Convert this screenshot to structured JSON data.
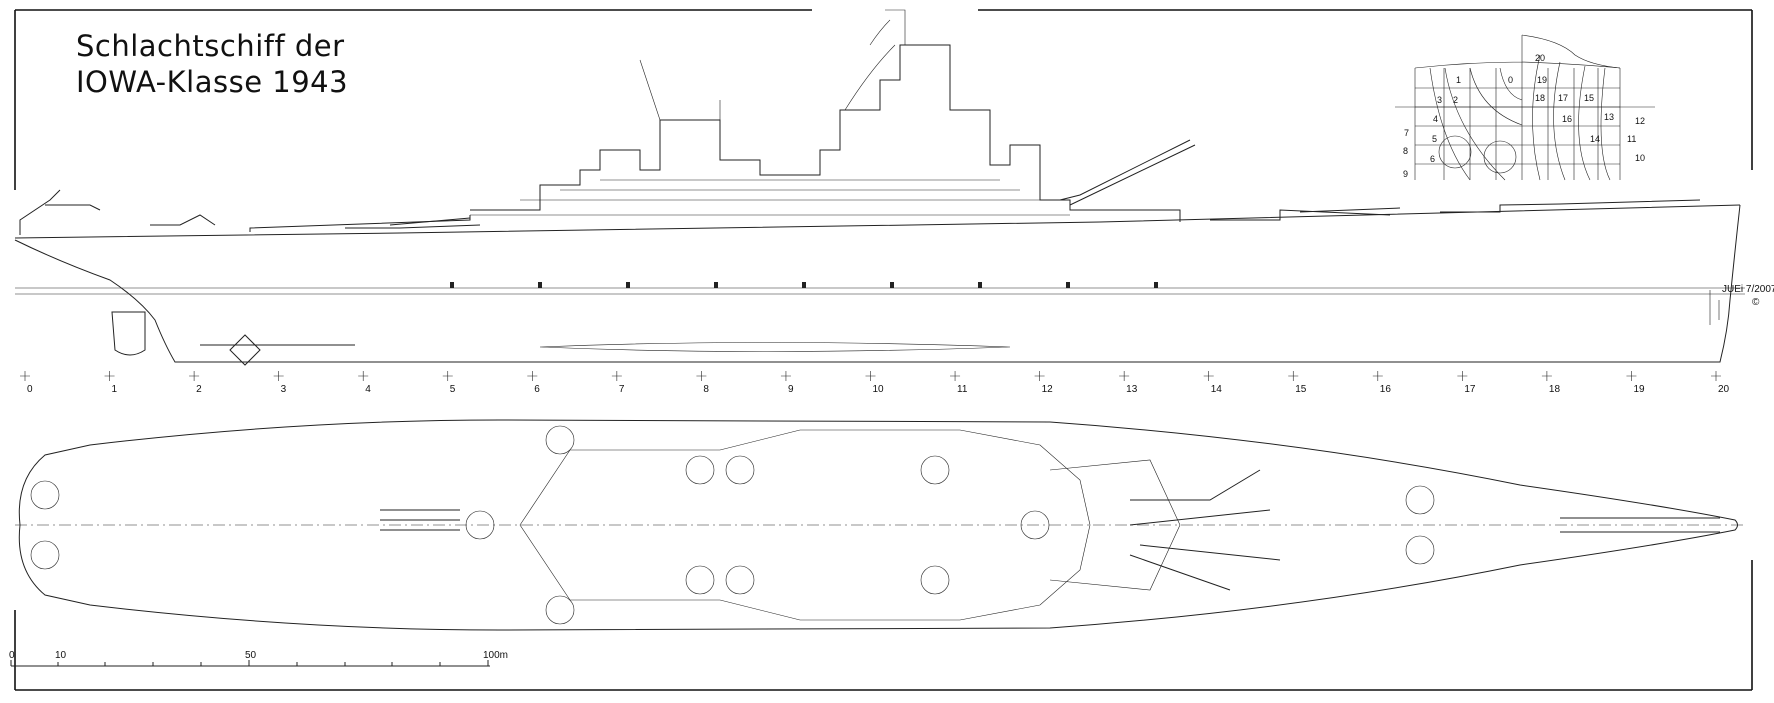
{
  "title": {
    "line1": "Schlachtschiff der",
    "line2": "IOWA-Klasse 1943"
  },
  "stations": [
    "0",
    "1",
    "2",
    "3",
    "4",
    "5",
    "6",
    "7",
    "8",
    "9",
    "10",
    "11",
    "12",
    "13",
    "14",
    "15",
    "16",
    "17",
    "18",
    "19",
    "20"
  ],
  "body_plan_numbers": [
    "20",
    "1",
    "0",
    "19",
    "3",
    "2",
    "18",
    "17",
    "15",
    "4",
    "16",
    "13",
    "12",
    "7",
    "5",
    "14",
    "11",
    "8",
    "6",
    "10",
    "9"
  ],
  "scale_bar": {
    "labels": [
      "0",
      "10",
      "50",
      "100m"
    ]
  },
  "signature": "JUEi 7/2007",
  "copyright": "©"
}
